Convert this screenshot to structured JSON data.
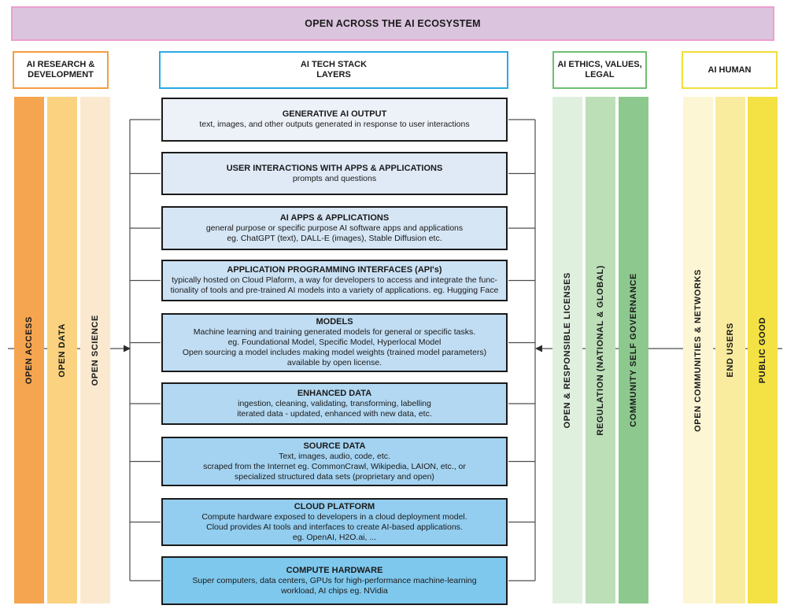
{
  "banner": {
    "title": "OPEN ACROSS THE AI ECOSYSTEM",
    "bg": "#DBC4DE",
    "border": "#EC9FCE"
  },
  "groups": {
    "research": {
      "header": "AI RESEARCH &\nDEVELOPMENT",
      "accent": "#F49D41",
      "bars": [
        {
          "label": "OPEN ACCESS",
          "color": "#F5A54F"
        },
        {
          "label": "OPEN DATA",
          "color": "#FBD380"
        },
        {
          "label": "OPEN SCIENCE",
          "color": "#FBE9CF"
        }
      ]
    },
    "ethics": {
      "header": "AI ETHICS, VALUES,\nLEGAL",
      "accent": "#6FBE73",
      "bars": [
        {
          "label": "OPEN & RESPONSIBLE LICENSES",
          "color": "#E0F0DE"
        },
        {
          "label": "REGULATION (NATIONAL & GLOBAL)",
          "color": "#BCDFB8"
        },
        {
          "label": "COMMUNITY SELF GOVERNANCE",
          "color": "#8DC98E"
        }
      ]
    },
    "human": {
      "header": "AI HUMAN",
      "accent": "#F2DE3A",
      "bars": [
        {
          "label": "OPEN COMMUNITIES & NETWORKS",
          "color": "#FCF6D5"
        },
        {
          "label": "END USERS",
          "color": "#F9EC9F"
        },
        {
          "label": "PUBLIC GOOD",
          "color": "#F4E245"
        }
      ]
    }
  },
  "stack": {
    "header": "AI TECH STACK\nLAYERS",
    "accent": "#29ABE2",
    "layers": [
      {
        "title": "GENERATIVE AI OUTPUT",
        "body": "text, images, and other outputs generated in response to user interactions",
        "bg": "#EDF2F9"
      },
      {
        "title": "USER INTERACTIONS WITH APPS & APPLICATIONS",
        "body": "prompts and questions",
        "bg": "#E0EAF7"
      },
      {
        "title": "AI APPS & APPLICATIONS",
        "body": "general purpose or specific purpose AI software apps and applications\neg. ChatGPT (text), DALL-E (images), Stable Diffusion etc.",
        "bg": "#D6E6F5"
      },
      {
        "title": "APPLICATION PROGRAMMING INTERFACES (API's)",
        "body": "typically hosted on Cloud Plaform, a way for developers to access and integrate the func-\ntionality of tools and pre-trained AI models into a variety of applications. eg. Hugging Face",
        "bg": "#CBE1F4"
      },
      {
        "title": "MODELS",
        "body": "Machine learning and training generated models for general or specific tasks.\neg. Foundational Model, Specific Model, Hyperlocal Model\nOpen sourcing a model includes making model weights (trained model parameters)\navailable by open license.",
        "bg": "#C1DDF3"
      },
      {
        "title": "ENHANCED DATA",
        "body": "ingestion, cleaning, validating, transforming, labelling\niterated data - updated, enhanced with new data, etc.",
        "bg": "#B2D8F2"
      },
      {
        "title": "SOURCE DATA",
        "body": "Text, images, audio, code, etc.\nscraped from the Internet eg. CommonCrawl, Wikipedia, LAION, etc., or\nspecialized structured data sets (proprietary and open)",
        "bg": "#A4D3F1"
      },
      {
        "title": "CLOUD PLATFORM",
        "body": "Compute hardware exposed to developers in a cloud deployment model.\nCloud provides AI tools and interfaces to create AI-based applications.\neg. OpenAI, H2O.ai, ...",
        "bg": "#93CDEF"
      },
      {
        "title": "COMPUTE HARDWARE",
        "body": "Super computers, data centers, GPUs for high-performance machine-learning\nworkload, AI chips eg. NVidia",
        "bg": "#7FC8ED"
      }
    ]
  },
  "connectors": {
    "line_color": "#4D4D4D",
    "box_border": "#1A1A1A"
  }
}
